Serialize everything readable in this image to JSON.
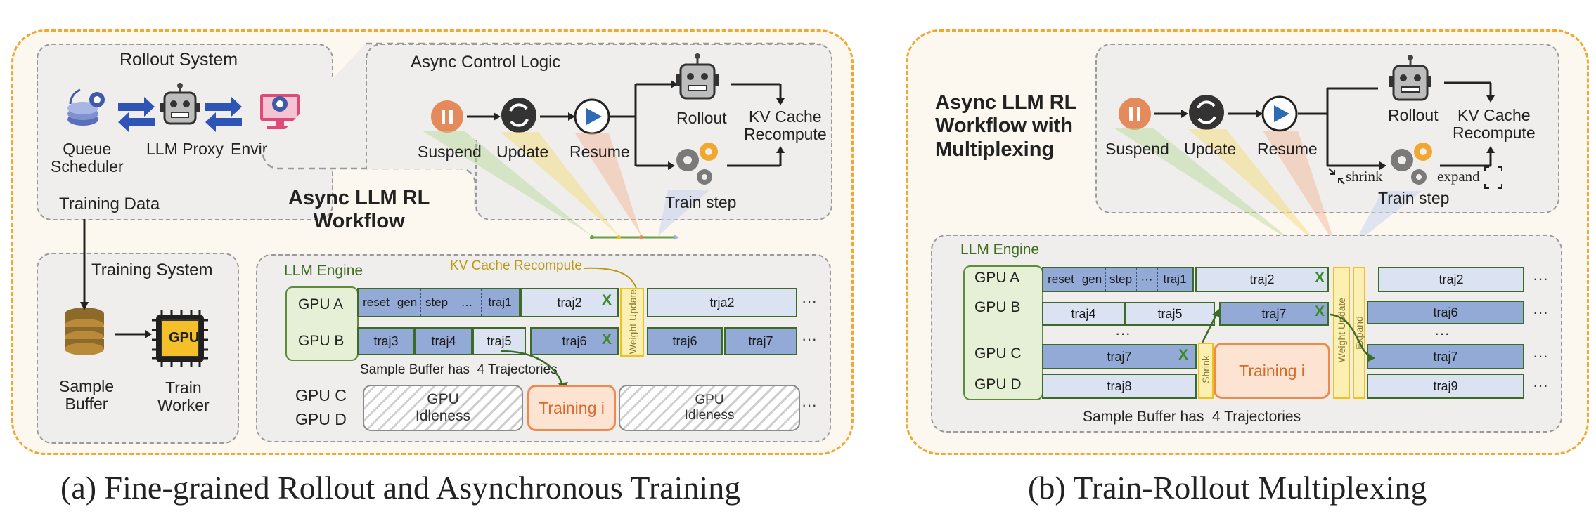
{
  "left_panel": {
    "rollout_system": {
      "title": "Rollout System",
      "queue_scheduler": "Queue\nScheduler",
      "llm_proxy": "LLM Proxy",
      "environment": "Environment"
    },
    "training_data": "Training Data",
    "training_system": {
      "title": "Training System",
      "sample_buffer": "Sample\nBuffer",
      "train_worker": "Train\nWorker",
      "gpu_chip": "GPU"
    },
    "workflow_title": "Async LLM RL\nWorkflow",
    "control": {
      "title": "Async Control Logic",
      "suspend": "Suspend",
      "update": "Update",
      "resume": "Resume",
      "rollout": "Rollout",
      "train_step": "Train step",
      "kv": "KV Cache\nRecompute"
    },
    "engine": {
      "label": "LLM Engine",
      "kv_recompute": "KV Cache Recompute",
      "gpu_a": "GPU A",
      "gpu_b": "GPU B",
      "gpu_c": "GPU C",
      "gpu_d": "GPU D",
      "row_a": {
        "subs": [
          "reset",
          "gen",
          "step",
          "…",
          "traj1"
        ],
        "traj2": "traj2",
        "after": "trja2"
      },
      "row_b": {
        "cells": [
          "traj3",
          "traj4",
          "traj5",
          "traj6",
          "traj6",
          "traj7"
        ]
      },
      "weight_update": "Weight Update",
      "sample_buffer_note": "Sample Buffer has  4 Trajectories",
      "idle1": "GPU\nIdleness",
      "training": "Training i",
      "idle2": "GPU\nIdleness",
      "x_mark": "X",
      "dots": "···"
    },
    "caption": "(a) Fine-grained Rollout and Asynchronous Training"
  },
  "right_panel": {
    "title": "Async LLM RL\nWorkflow with\nMultiplexing",
    "control": {
      "suspend": "Suspend",
      "update": "Update",
      "resume": "Resume",
      "rollout": "Rollout",
      "train_step": "Train step",
      "kv": "KV Cache\nRecompute",
      "shrink": "shrink",
      "expand": "expand"
    },
    "engine": {
      "label": "LLM Engine",
      "gpu_a": "GPU A",
      "gpu_b": "GPU B",
      "gpu_c": "GPU C",
      "gpu_d": "GPU D",
      "row_a": {
        "subs": [
          "reset",
          "gen",
          "step",
          "···",
          "traj1"
        ],
        "traj2": "traj2",
        "after": "traj2"
      },
      "row_b": {
        "traj4": "traj4",
        "traj5": "traj5",
        "traj7": "traj7",
        "after": "traj6"
      },
      "row_c": {
        "traj7": "traj7",
        "after": "traj7"
      },
      "row_d": {
        "traj8": "traj8",
        "after": "traj9"
      },
      "shrink": "Shrink",
      "weight_update": "Weight Update",
      "expand": "Expand",
      "training": "Training i",
      "sample_buffer_note": "Sample Buffer has  4 Trajectories",
      "x_mark": "X",
      "dots": "···",
      "vdots": "···"
    },
    "caption": "(b) Train-Rollout Multiplexing"
  },
  "colors": {
    "accent_orange": "#f0a830",
    "green": "#3c6b28",
    "blue_dark": "#93a9d6",
    "blue_light": "#dbe3f3",
    "yellow": "#f0c020",
    "training": "#ee8a4c"
  }
}
